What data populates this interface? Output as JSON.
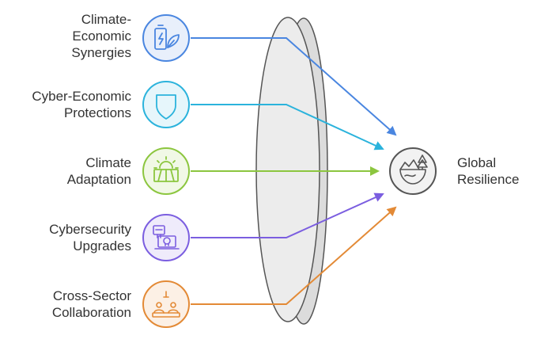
{
  "inputs": [
    {
      "lines": [
        "Climate-",
        "Economic",
        "Synergies"
      ],
      "color": "#4a86e0",
      "fill": "#e8effb",
      "icon": "battery-leaf-icon"
    },
    {
      "lines": [
        "Cyber-Economic",
        "Protections"
      ],
      "color": "#2bb3dc",
      "fill": "#e6f6fb",
      "icon": "shield-icon"
    },
    {
      "lines": [
        "Climate",
        "Adaptation"
      ],
      "color": "#8cc63f",
      "fill": "#f1f8e6",
      "icon": "sunrise-field-icon"
    },
    {
      "lines": [
        "Cybersecurity",
        "Upgrades"
      ],
      "color": "#7b5ee0",
      "fill": "#efebfb",
      "icon": "computer-skull-icon"
    },
    {
      "lines": [
        "Cross-Sector",
        "Collaboration"
      ],
      "color": "#e38a36",
      "fill": "#fcf0e5",
      "icon": "meeting-table-icon"
    }
  ],
  "output": {
    "lines": [
      "Global",
      "Resilience"
    ],
    "color": "#555555",
    "fill": "#f2f2f2",
    "icon": "landscape-globe-icon"
  }
}
